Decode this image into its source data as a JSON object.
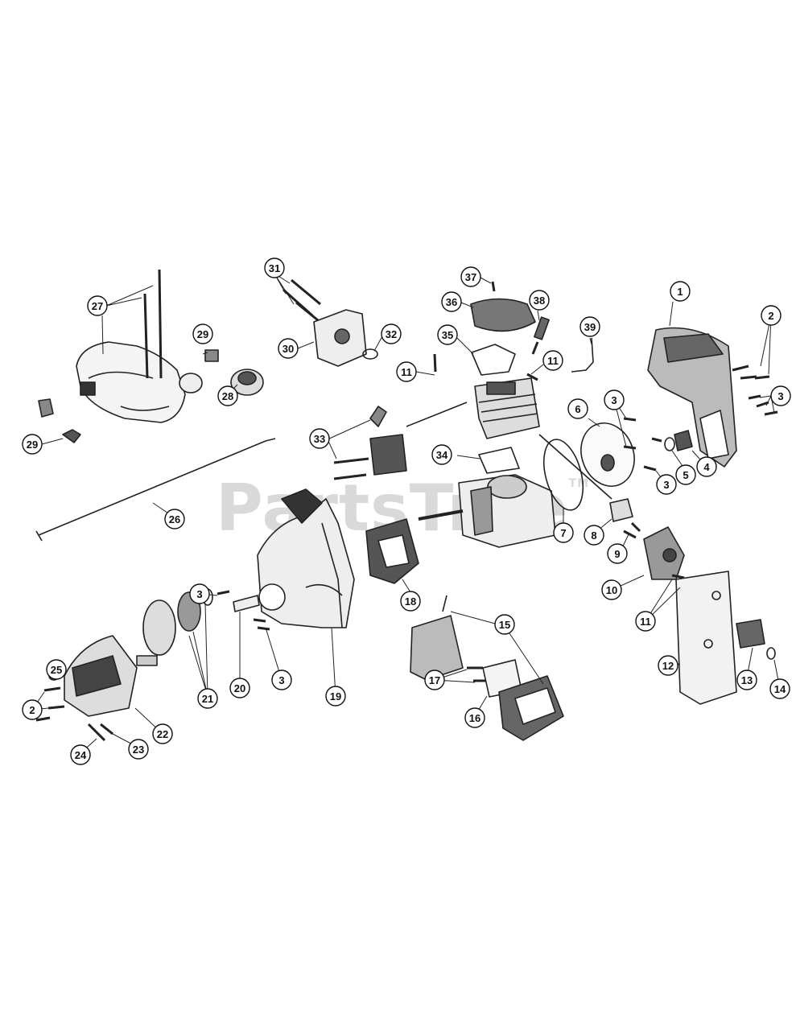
{
  "diagram": {
    "watermark": "PartsTree",
    "watermark_tm": "TM",
    "callouts": [
      "1",
      "2",
      "3",
      "4",
      "5",
      "6",
      "7",
      "8",
      "9",
      "10",
      "11",
      "12",
      "13",
      "14",
      "15",
      "16",
      "17",
      "18",
      "19",
      "20",
      "21",
      "22",
      "23",
      "24",
      "25",
      "26",
      "27",
      "28",
      "29",
      "30",
      "31",
      "32",
      "33",
      "34",
      "35",
      "36",
      "37",
      "38",
      "39"
    ]
  }
}
